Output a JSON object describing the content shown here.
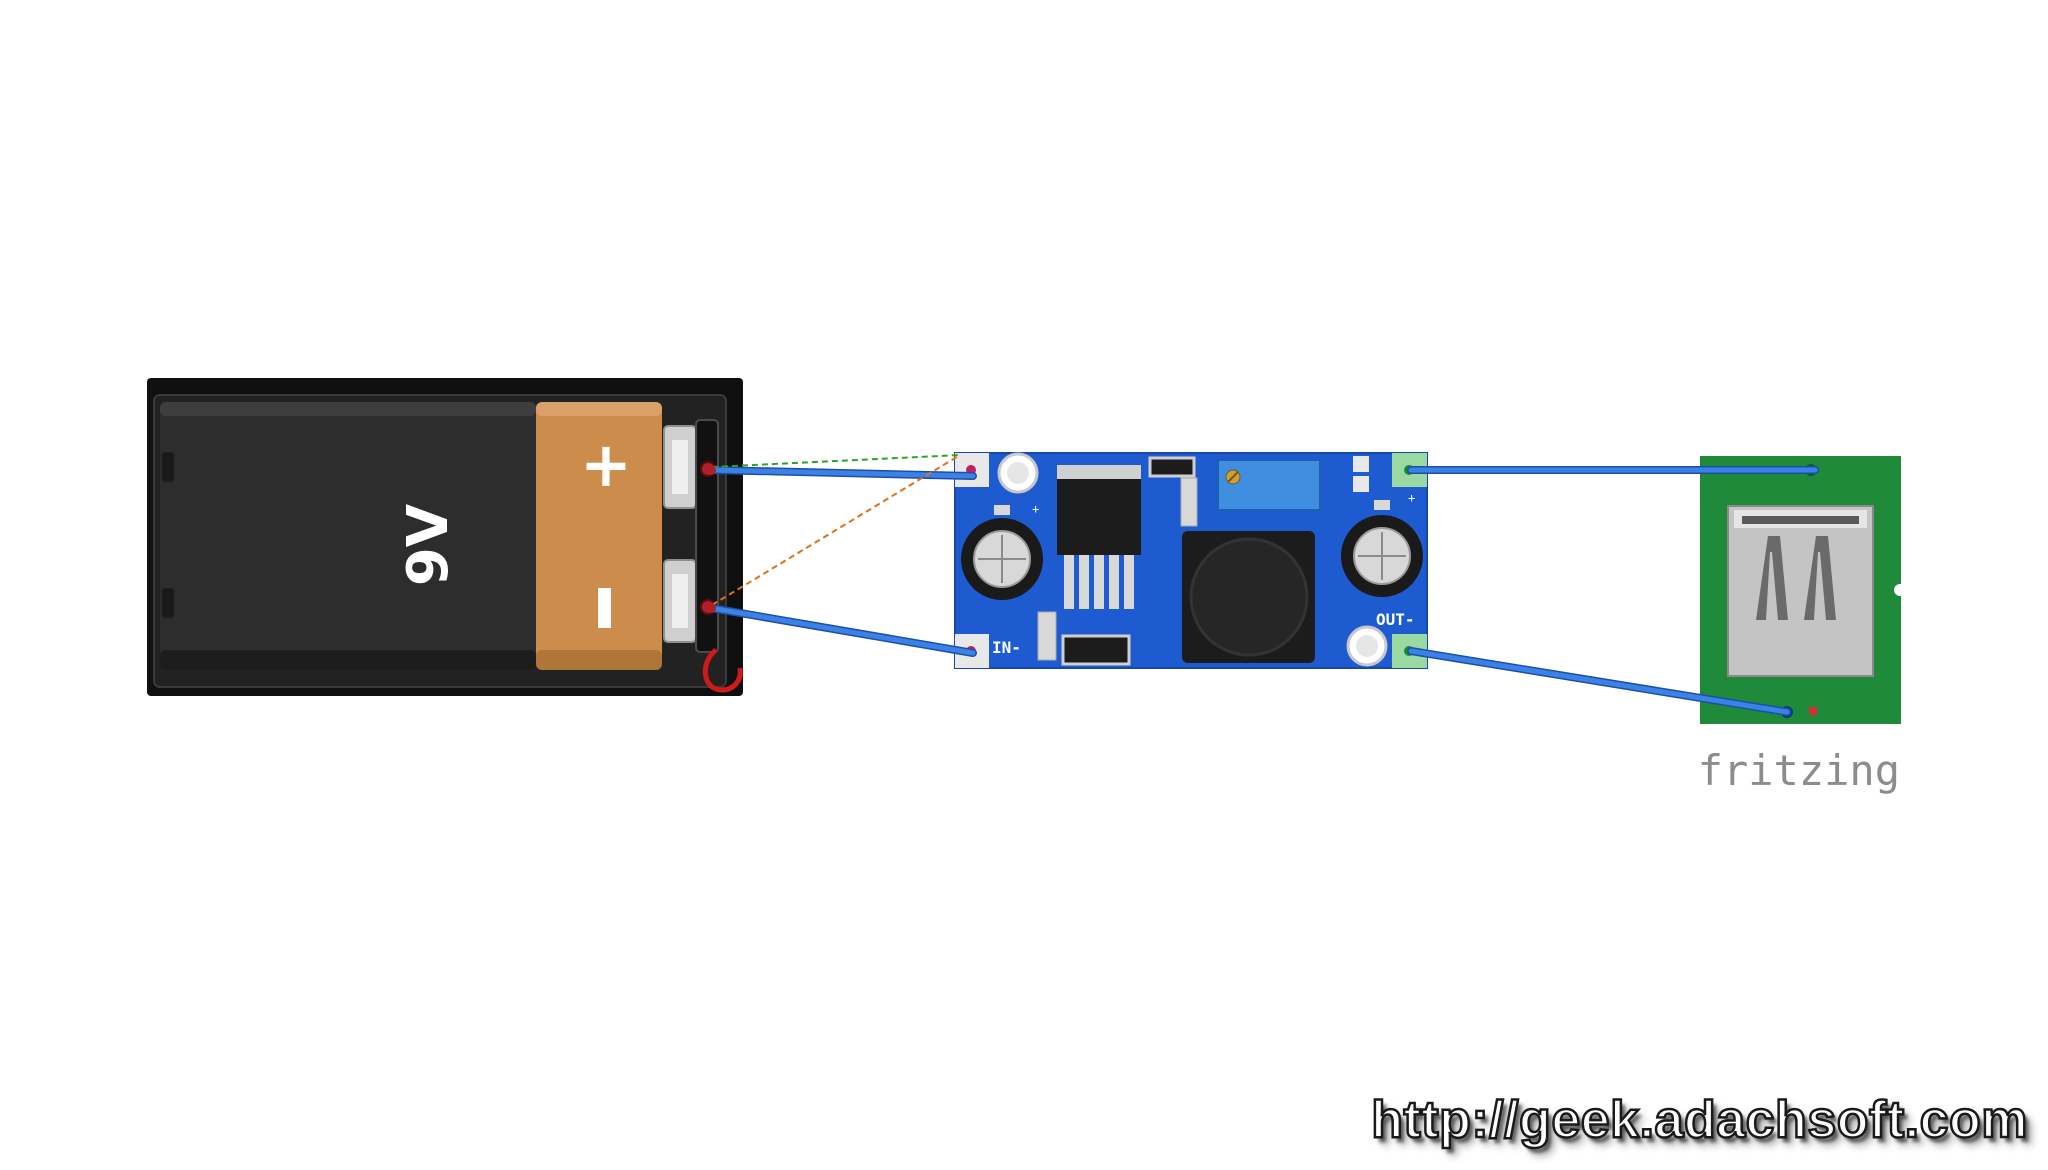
{
  "battery": {
    "label": "9V",
    "plus_sign": "+",
    "minus_sign": "-"
  },
  "converter": {
    "in_minus_label": "IN-",
    "out_minus_label": "OUT-",
    "cap_plus_mark": "+",
    "out_plus_mark": "+"
  },
  "logo": {
    "text": "fritzing"
  },
  "watermark": {
    "url": "http://geek.adachsoft.com"
  },
  "colors": {
    "wire": "#2f6fd6",
    "pcb_blue": "#1f5bd0",
    "pcb_green": "#1f8a3a",
    "battery_body": "#2b2b2b",
    "battery_cap": "#cc8c4c",
    "ratsnest_green": "#2aa52a",
    "ratsnest_orange": "#e0701a"
  }
}
